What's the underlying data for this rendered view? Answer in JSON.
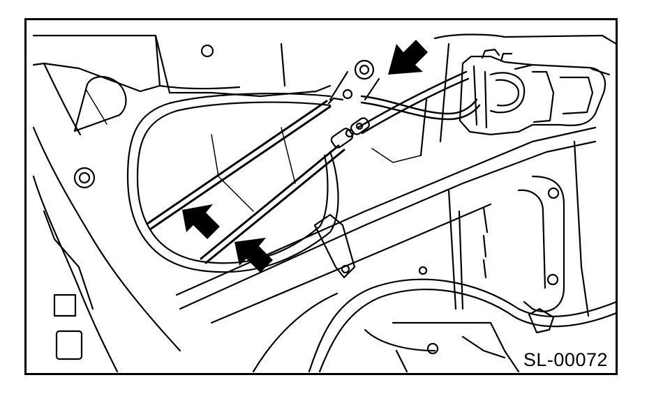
{
  "figure": {
    "code": "SL-00072",
    "line_color": "#000000",
    "paper_color": "#ffffff",
    "callouts": [
      {
        "id": "upper-right",
        "icon": "arrow-down-left"
      },
      {
        "id": "lower-left-1",
        "icon": "arrow-up-left"
      },
      {
        "id": "lower-left-2",
        "icon": "arrow-up-left"
      }
    ]
  }
}
